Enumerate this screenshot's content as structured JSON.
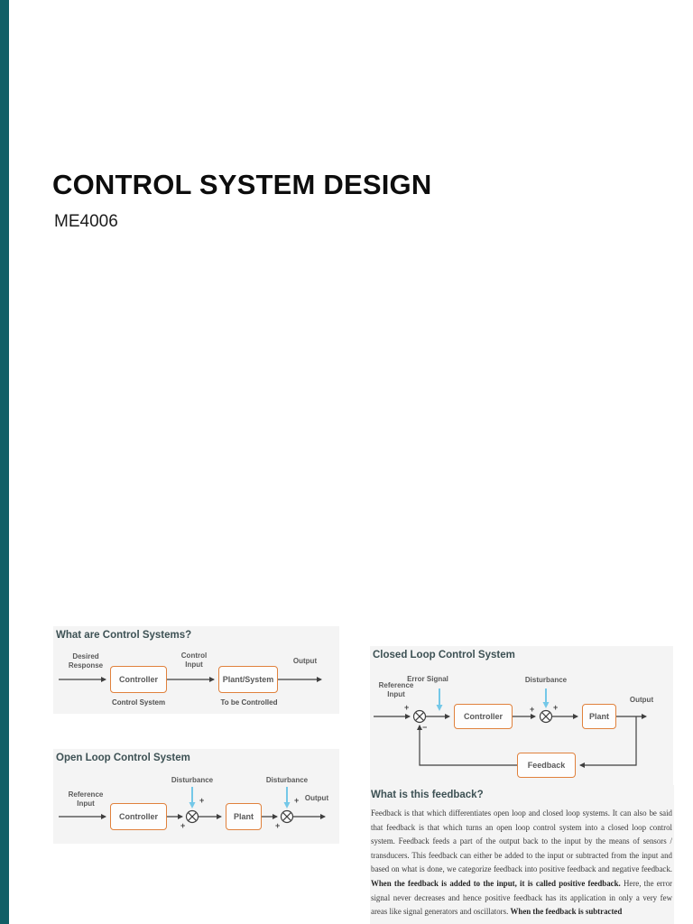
{
  "accent": {
    "sidebar_color": "#115f66",
    "box_border_orange": "#e0813c",
    "disturbance_blue": "#74c8e8",
    "wire_gray": "#3f3f3f",
    "panel_gray": "#f4f4f4"
  },
  "header": {
    "title": "CONTROL SYSTEM DESIGN",
    "subtitle": "ME4006"
  },
  "what_are": {
    "heading": "What are Control Systems?",
    "desired_response": "Desired\nResponse",
    "control_input": "Control\nInput",
    "output": "Output",
    "controller": "Controller",
    "plant_system": "Plant/System",
    "control_system_caption": "Control System",
    "to_be_controlled_caption": "To be Controlled"
  },
  "open_loop": {
    "heading": "Open Loop Control System",
    "reference_input": "Reference\nInput",
    "controller": "Controller",
    "plant": "Plant",
    "disturbance_1": "Disturbance",
    "disturbance_2": "Disturbance",
    "output": "Output",
    "plus_1": "+",
    "plus_2": "+",
    "plus_3": "+",
    "plus_4": "+"
  },
  "closed_loop": {
    "heading": "Closed Loop Control System",
    "reference_input": "Reference\nInput",
    "error_signal": "Error Signal",
    "disturbance": "Disturbance",
    "controller": "Controller",
    "plant": "Plant",
    "feedback": "Feedback",
    "output": "Output",
    "plus_input": "+",
    "minus_feedback": "−",
    "plus_line": "+",
    "plus_disturbance": "+"
  },
  "feedback_text": {
    "heading": "What is this feedback?",
    "p1": "Feedback is that which differentiates open loop and closed loop systems. It can also be said that feedback is that which turns an open loop control system into a closed loop control system. Feedback feeds a part of the output back to the input by the means of sensors / transducers. This feedback can either be added to the input or subtracted from the input and based on what is done, we categorize feedback into positive feedback and negative feedback. ",
    "p2_bold": "When the feedback is added to the input, it is called positive feedback.",
    "p3": " Here, the error signal never decreases and hence positive feedback has its application in only a very few areas like signal generators and oscillators. ",
    "p4_bold": "When the feedback is subtracted"
  }
}
